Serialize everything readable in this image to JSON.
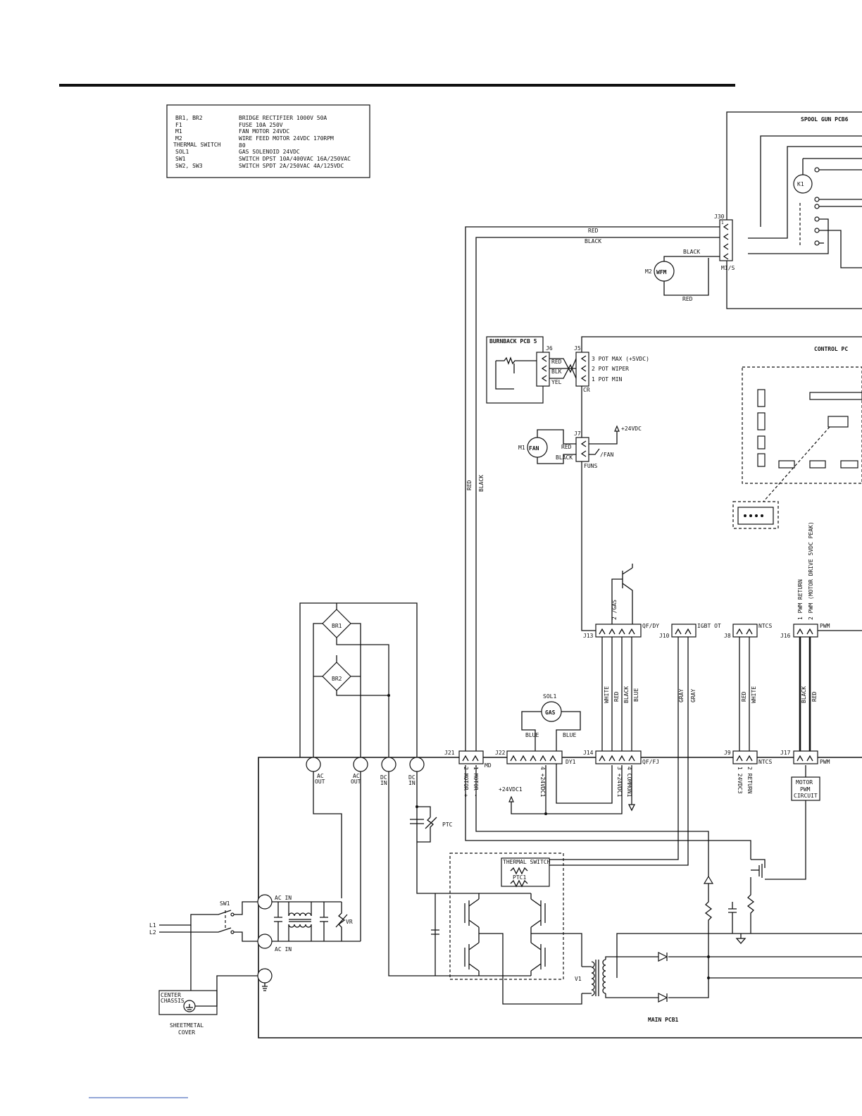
{
  "legend": {
    "rows": [
      {
        "ref": "BR1, BR2",
        "desc": "BRIDGE RECTIFIER 1000V 50A"
      },
      {
        "ref": "F1",
        "desc": "FUSE 10A 250V"
      },
      {
        "ref": "M1",
        "desc": "FAN MOTOR  24VDC"
      },
      {
        "ref": "M2",
        "desc": "WIRE FEED MOTOR 24VDC 170RPM"
      },
      {
        "ref": "THERMAL SWITCH",
        "desc": "80"
      },
      {
        "ref": "SOL1",
        "desc": "GAS SOLENOID 24VDC"
      },
      {
        "ref": "SW1",
        "desc": "SWITCH DPST 10A/400VAC   16A/250VAC"
      },
      {
        "ref": "SW2, SW3",
        "desc": "SWITCH SPDT 2A/250VAC   4A/125VDC"
      }
    ]
  },
  "labels": {
    "spool_gun": "SPOOL GUN PCB6",
    "k1": "K1",
    "j30": "J30",
    "mis": "MI/S",
    "red": "RED",
    "black": "BLACK",
    "blk": "BLK",
    "yel": "YEL",
    "white": "WHITE",
    "blue": "BLUE",
    "gray": "GRAY",
    "m2": "M2",
    "wfm": "WFM",
    "burnback": "BURNBACK PCB 5",
    "j6": "J6",
    "j5": "J5",
    "cr": "CR",
    "pot_max": "3 POT MAX (+5VDC)",
    "pot_wiper": "2 POT WIPER",
    "pot_min": "1 POT MIN",
    "control_pcb": "CONTROL PC",
    "m1": "M1",
    "fan": "FAN",
    "j7": "J7",
    "plus24vdc": "+24VDC",
    "fan_neg": "/FAN",
    "funs": "FUNS",
    "j13": "J13",
    "qf_dy": "QF/DY",
    "gas_neg": "2 /GAS",
    "j10": "J10",
    "igbt_ot": "IGBT OT",
    "j8": "J8",
    "ntcs": "NTCS",
    "j16": "J16",
    "pwm": "PWM",
    "pwm_return": "1 PWM  RETURN",
    "pwm_drive": "2 PWM  (MOTOR DRIVE 5VDC PEAK)",
    "sol1": "SOL1",
    "gas": "GAS",
    "j21": "J21",
    "md": "MD",
    "j22": "J22",
    "dy1": "DY1",
    "j14": "J14",
    "qf_fj": "QF/FJ",
    "j9": "J9",
    "j17": "J17",
    "motor_pos": "2 MOTOR +",
    "motor_neg": "1 MOTOR -",
    "plus24vdc1": "+24VDC1",
    "j22_pin4": "4 +24VDC1",
    "j14_pin3": "3 +24VDC1",
    "j14_pin4": "4 COMMON1",
    "j9_pin1": "1 24VDC3",
    "j9_pin2": "2 RETURN",
    "motor_pwm": [
      "MOTOR",
      "PWM",
      "CIRCUIT"
    ],
    "ac_out": [
      "AC",
      "OUT"
    ],
    "dc_in": [
      "DC",
      "IN"
    ],
    "ptc": "PTC",
    "thermal_switch": "THERMAL SWITCH",
    "ptc1": "PTC1",
    "br1": "BR1",
    "br2": "BR2",
    "sw1": "SW1",
    "l1": "L1",
    "l2": "L2",
    "ac_in": "AC IN",
    "vr": "VR",
    "center_chassis": [
      "CENTER",
      "CHASSIS"
    ],
    "sheetmetal": [
      "SHEETMETAL",
      "COVER"
    ],
    "v1": "V1",
    "main_pcb": "MAIN PCB1",
    "pin1": "1"
  }
}
